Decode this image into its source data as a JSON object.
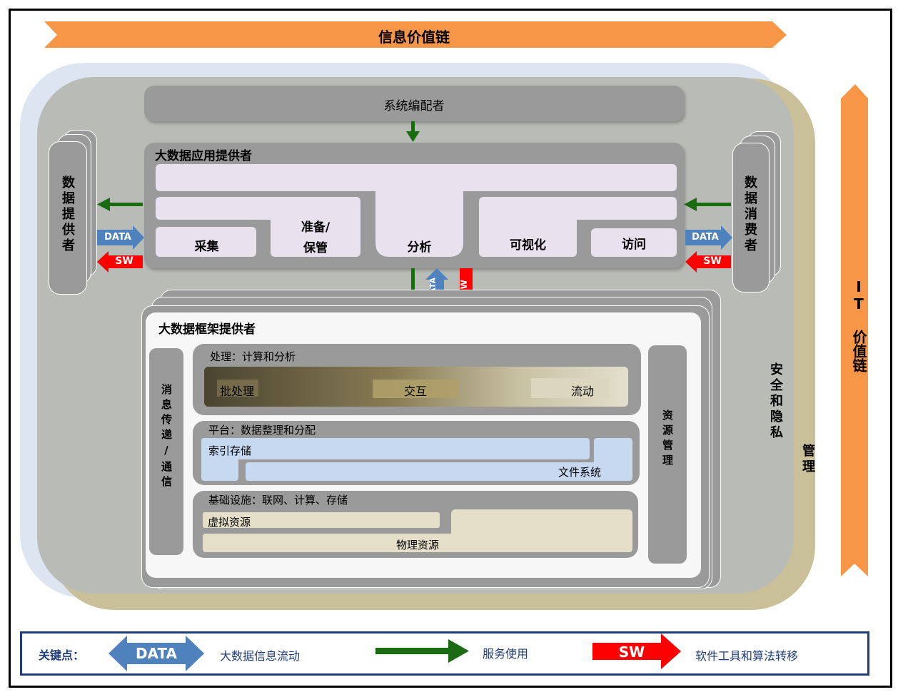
{
  "title_top": "信息价值链",
  "title_right": "IT 价值链",
  "orchestrator": "系统编配者",
  "app_provider": {
    "title": "大数据应用提供者",
    "collect": "采集",
    "prepare_line1": "准备/",
    "prepare_line2": "保管",
    "analyze": "分析",
    "visualize": "可视化",
    "access": "访问"
  },
  "data_provider": "数据提供者",
  "data_consumer": "数据消费者",
  "security": "安全和隐私",
  "management": "管理",
  "arrow_labels": {
    "data": "DATA",
    "sw": "SW"
  },
  "framework": {
    "title": "大数据框架提供者",
    "messaging": "消息传递/通信",
    "resource_mgmt": "资源管理",
    "processing": {
      "title": "处理：计算和分析",
      "batch": "批处理",
      "interactive": "交互",
      "streaming": "流动"
    },
    "platform": {
      "title": "平台：数据整理和分配",
      "indexed": "索引存储",
      "filesystem": "文件系统"
    },
    "infrastructure": {
      "title": "基础设施：联网、计算、存储",
      "virtual": "虚拟资源",
      "physical": "物理资源"
    }
  },
  "legend": {
    "key": "关键点：",
    "data_label": "DATA",
    "data_desc": "大数据信息流动",
    "service_desc": "服务使用",
    "sw_label": "SW",
    "sw_desc": "软件工具和算法转移"
  },
  "colors": {
    "orange": "#f79646",
    "green": "#1a6b12",
    "blue": "#4f81bd",
    "red": "#ff0000",
    "navy": "#1f3d7a"
  }
}
